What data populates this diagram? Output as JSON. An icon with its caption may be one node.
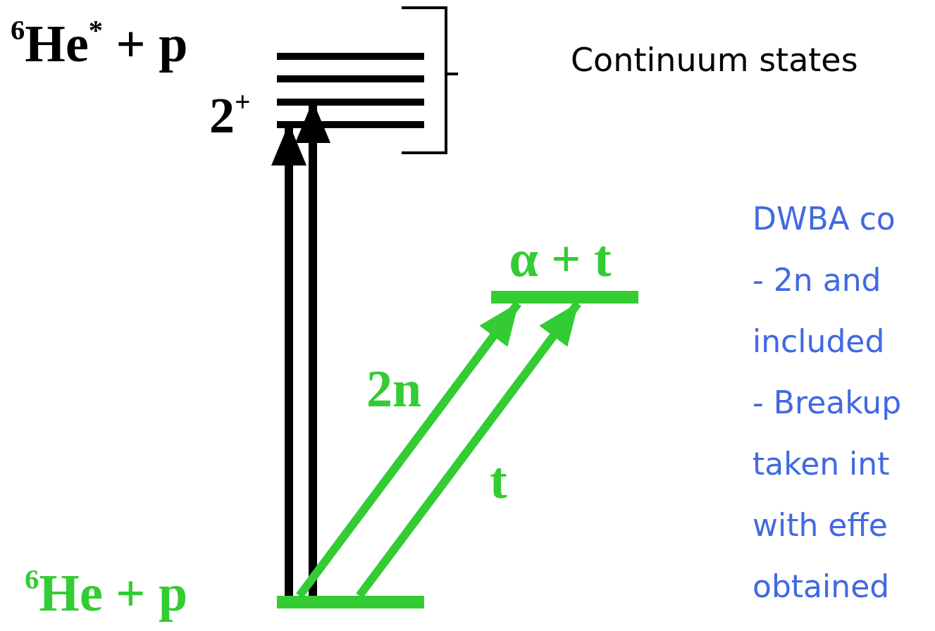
{
  "diagram": {
    "nodes": [
      {
        "text": [
          "$^{6}$He$^{*}$ + p"
        ]
      },
      {
        "text": [
          "α + t"
        ]
      },
      {
        "text": [
          "$^{6}$He + p"
        ]
      }
    ],
    "edges": [
      {
        "from": 2,
        "to": 0,
        "arrow": "to"
      },
      {
        "from": 2,
        "to": 0,
        "arrow": "to"
      },
      {
        "from": 2,
        "to": 1,
        "arrow": "to",
        "label": "2n",
        "color": "#33cc33"
      },
      {
        "from": 2,
        "to": 1,
        "arrow": "to",
        "label": "t",
        "color": "#33cc33"
      }
    ],
    "labels": [
      "2$^{+}$",
      "Continuum states",
      "DWBA co",
      "- 2n and",
      "included",
      "- Breakup",
      "taken int",
      "with effe",
      "obtained"
    ]
  }
}
